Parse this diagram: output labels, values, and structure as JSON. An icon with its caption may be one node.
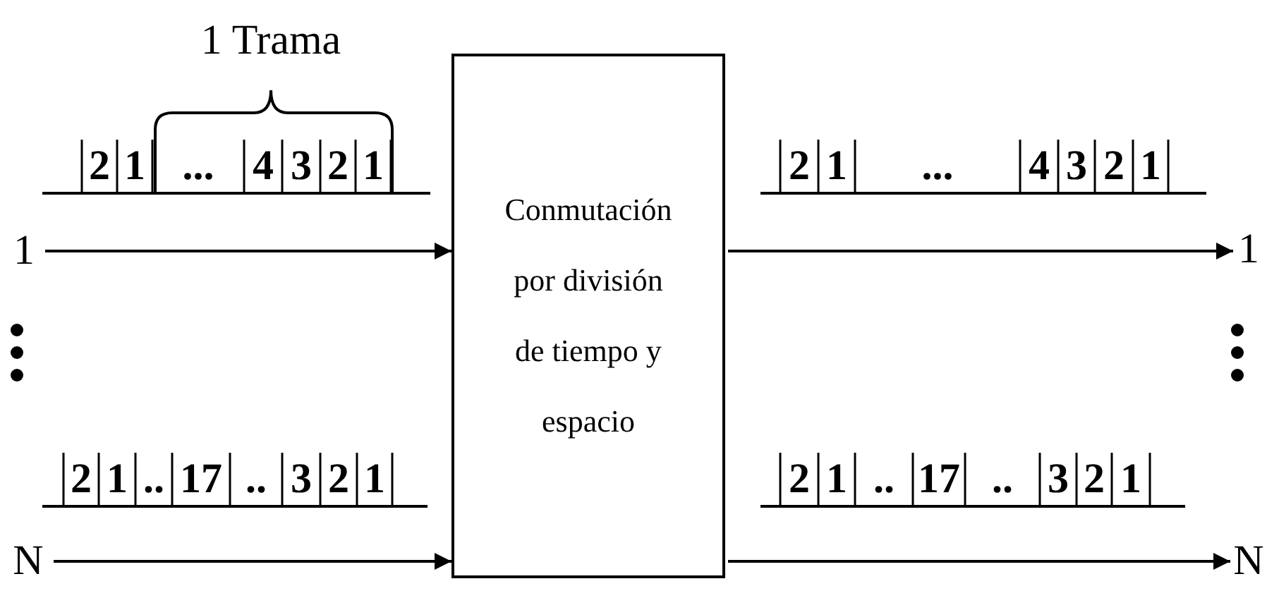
{
  "diagram": {
    "nodes": [
      {
        "text": [
          "1"
        ]
      },
      {
        "text": [
          "N"
        ]
      },
      {
        "text": [
          "Conmutación por división de tiempo y espacio"
        ]
      },
      {
        "text": [
          "1"
        ]
      },
      {
        "text": [
          "N"
        ]
      }
    ],
    "edges": [
      {
        "from": 0,
        "to": 2,
        "arrow": "to"
      },
      {
        "from": 1,
        "to": 2,
        "arrow": "to"
      },
      {
        "from": 2,
        "to": 3,
        "arrow": "to"
      },
      {
        "from": 2,
        "to": 4,
        "arrow": "to"
      }
    ],
    "labels": [
      "1 Trama",
      "2",
      "1",
      "...",
      "4",
      "3",
      "2",
      "1",
      "2",
      "1",
      "...",
      "4",
      "3",
      "2",
      "1",
      "2",
      "1",
      "..",
      "17",
      "..",
      "3",
      "2",
      "1",
      "2",
      "1",
      "..",
      "17",
      "..",
      "3",
      "2",
      "1"
    ]
  }
}
